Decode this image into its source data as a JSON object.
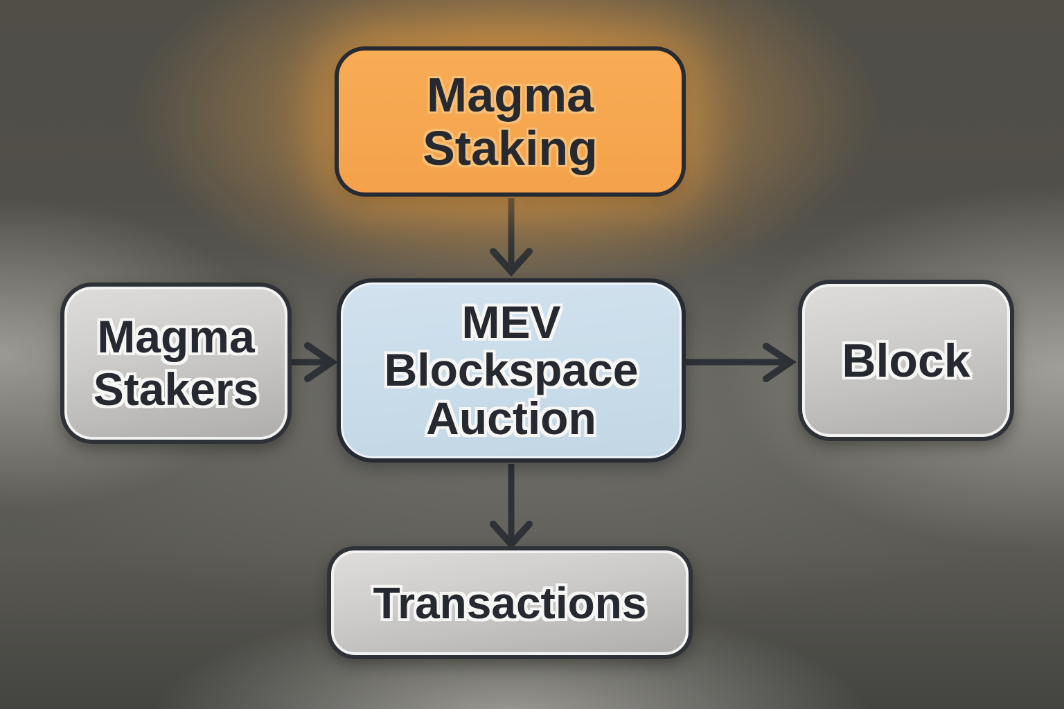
{
  "colors": {
    "node-border": "#262A32",
    "arrow": "#2E3237",
    "text": "#262930",
    "halo": "#F6F6F4",
    "orange-fill": "#F5A54F",
    "orange-glow": "#E8A050",
    "blue-fill": "#C8DCE9",
    "gray-fill": "#C9C8C6",
    "bg-base": "#4B4A44"
  },
  "diagram": {
    "nodes": {
      "magma_staking": {
        "lines": [
          "Magma",
          "Staking"
        ],
        "fill": "#F5A54F"
      },
      "mev_auction": {
        "lines": [
          "MEV",
          "Blockspace",
          "Auction"
        ],
        "fill": "#C8DCE9"
      },
      "magma_stakers": {
        "lines": [
          "Magma",
          "Stakers"
        ],
        "fill": "#C9C8C6"
      },
      "block": {
        "lines": [
          "Block"
        ],
        "fill": "#C9C8C6"
      },
      "transactions": {
        "lines": [
          "Transactions"
        ],
        "fill": "#C9C8C6"
      }
    },
    "edges": [
      {
        "from": "Magma Staking",
        "to": "MEV Blockspace Auction",
        "direction": "down"
      },
      {
        "from": "Magma Stakers",
        "to": "MEV Blockspace Auction",
        "direction": "right"
      },
      {
        "from": "MEV Blockspace Auction",
        "to": "Block",
        "direction": "right"
      },
      {
        "from": "MEV Blockspace Auction",
        "to": "Transactions",
        "direction": "down"
      }
    ]
  }
}
